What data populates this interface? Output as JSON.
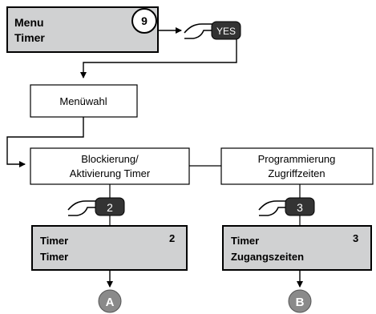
{
  "top_display": {
    "line1": "Menu",
    "line2": "Timer",
    "badge": "9"
  },
  "yes_key": {
    "label": "YES"
  },
  "menu_box": {
    "label": "Menüwahl"
  },
  "option_left": {
    "line1": "Blockierung/",
    "line2": "Aktivierung Timer"
  },
  "option_right": {
    "line1": "Programmierung",
    "line2": "Zugriffzeiten"
  },
  "key_left": {
    "label": "2"
  },
  "key_right": {
    "label": "3"
  },
  "display_left": {
    "line1": "Timer",
    "line2": "Timer",
    "number": "2"
  },
  "display_right": {
    "line1": "Timer",
    "line2": "Zugangszeiten",
    "number": "3"
  },
  "connector_left": {
    "label": "A"
  },
  "connector_right": {
    "label": "B"
  },
  "colors": {
    "display_bg": "#d0d1d2",
    "key_dark": "#333333",
    "connector_gray": "#8a8a8a"
  }
}
